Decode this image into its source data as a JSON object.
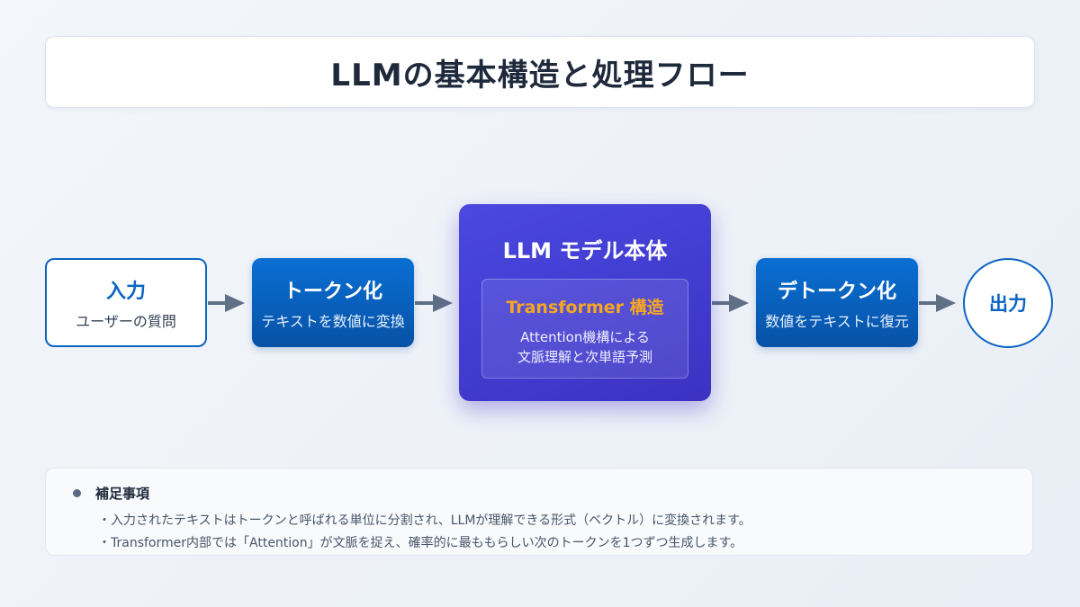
{
  "title": "LLMの基本構造と処理フロー",
  "nodes": {
    "input": {
      "title": "入力",
      "subtitle": "ユーザーの質問"
    },
    "tokenize": {
      "title": "トークン化",
      "subtitle": "テキストを数値に変換"
    },
    "model": {
      "title": "LLM モデル本体",
      "inner_title": "Transformer 構造",
      "inner_line1": "Attention機構による",
      "inner_line2": "文脈理解と次単語予測"
    },
    "detokenize": {
      "title": "デトークン化",
      "subtitle": "数値をテキストに復元"
    },
    "output": {
      "title": "出力"
    }
  },
  "notes": {
    "heading": "補足事項",
    "lines": [
      "・入力されたテキストはトークンと呼ばれる単位に分割され、LLMが理解できる形式（ベクトル）に変換されます。",
      "・Transformer内部では「Attention」が文脈を捉え、確率的に最ももらしい次のトークンを1つずつ生成します。"
    ]
  },
  "colors": {
    "primary_blue": "#0b64c1",
    "model_purple": "#4a48e0",
    "accent_orange": "#f5a623",
    "arrow_gray": "#5f6f86"
  }
}
